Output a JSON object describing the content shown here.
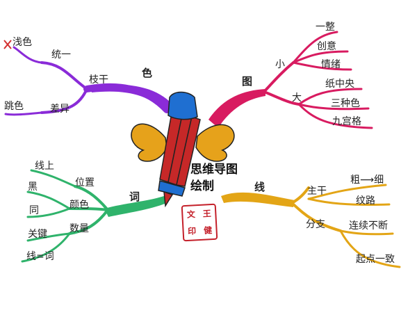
{
  "center": {
    "line1": "思维导图",
    "line2": "绘制"
  },
  "seal": {
    "chars": [
      "王",
      "文",
      "印",
      "健"
    ]
  },
  "colors": {
    "purple": "#8a2bd8",
    "pink": "#d81b60",
    "green": "#2fb36b",
    "gold": "#e3a516",
    "red": "#c62828",
    "blue": "#1f6fd1",
    "wing": "#e6a21b"
  },
  "branches": {
    "color": {
      "title": "色",
      "trunk": "枝干",
      "one": "统一",
      "light": "浅色",
      "jump": "跳色",
      "diff": "差异"
    },
    "image": {
      "title": "图",
      "small": "小",
      "big": "大",
      "small_items": [
        "一整",
        "创意",
        "情绪"
      ],
      "big_items": [
        "纸中央",
        "三种色",
        "九宫格"
      ]
    },
    "word": {
      "title": "词",
      "pos": "位置",
      "col": "颜色",
      "num": "数量",
      "online": "线上",
      "black": "黑",
      "same": "同",
      "key": "关键",
      "eq": "线=词"
    },
    "line": {
      "title": "线",
      "main": "主干",
      "branch": "分支",
      "thick": "粗⟶细",
      "texture": "纹路",
      "cont": "连续不断",
      "start": "起点一致"
    }
  }
}
